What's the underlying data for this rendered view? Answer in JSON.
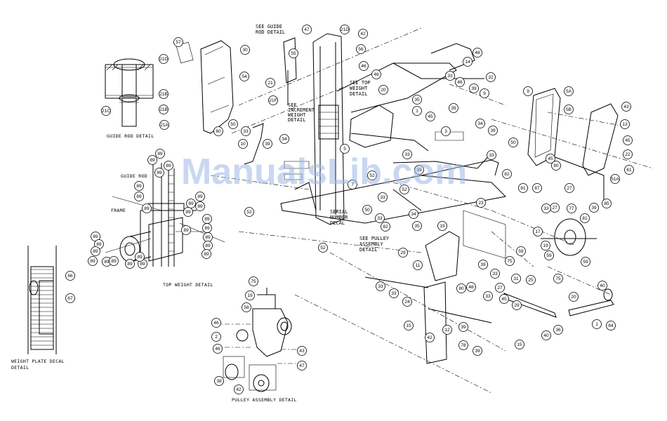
{
  "watermark": "ManualsLib.com",
  "notes": {
    "guide_rod": "SEE GUIDE ROD DETAIL",
    "top_weight": "SEE TOP WEIGHT DETAIL",
    "increment": "SEE INCREMENT WEIGHT DETAIL",
    "serial": "SERIAL NUMBER DECAL",
    "pulley": "SEE PULLEY ASSEMBLY DETAIL"
  },
  "captions": {
    "guide_rod_detail": "GUIDE ROD DETAIL",
    "top_weight_detail": "TOP WEIGHT DETAIL",
    "weight_plate_decal_detail": "WEIGHT PLATE DECAL DETAIL",
    "pulley_assembly_detail": "PULLEY ASSEMBLY DETAIL",
    "guide_rod": "GUIDE ROD",
    "frame": "FRAME"
  },
  "callouts": {
    "main": [
      "47",
      "21D",
      "42",
      "56",
      "46",
      "46",
      "55",
      "21",
      "21F",
      "57",
      "30",
      "54",
      "60",
      "50",
      "33",
      "10",
      "39",
      "34",
      "33",
      "32",
      "14",
      "48",
      "46",
      "39",
      "9",
      "39",
      "45",
      "1",
      "35",
      "20",
      "33",
      "5",
      "7",
      "3",
      "34",
      "39",
      "33",
      "50",
      "82",
      "33",
      "39",
      "52",
      "50",
      "33",
      "82",
      "34",
      "35",
      "52",
      "52",
      "52",
      "23",
      "9",
      "5A",
      "5B",
      "43",
      "13",
      "45",
      "22",
      "61",
      "45",
      "80",
      "81",
      "87",
      "27",
      "27",
      "51A",
      "33",
      "77",
      "39",
      "85",
      "81",
      "17",
      "59",
      "59",
      "75",
      "19",
      "59",
      "75",
      "19",
      "29",
      "11",
      "33",
      "33",
      "24",
      "39",
      "33",
      "80",
      "27",
      "33",
      "48",
      "45",
      "31",
      "29",
      "15",
      "40",
      "36",
      "25",
      "20",
      "40",
      "1",
      "84",
      "42",
      "15",
      "78",
      "12",
      "39",
      "39",
      "33",
      "24",
      "33"
    ],
    "guide_rod_detail": [
      "21D",
      "21B",
      "21B",
      "21C",
      "21A"
    ],
    "top_weight_detail": [
      "89",
      "89",
      "89",
      "89",
      "89",
      "89",
      "89",
      "89",
      "89",
      "89",
      "89",
      "89",
      "89",
      "89",
      "89",
      "89",
      "89",
      "89",
      "89",
      "89",
      "89",
      "89",
      "89",
      "89",
      "89",
      "89"
    ],
    "pulley_assembly_detail": [
      "75",
      "19",
      "58",
      "46",
      "2",
      "46",
      "43",
      "47",
      "38",
      "42"
    ],
    "weight_plate_decal_detail": [
      "66",
      "67"
    ]
  }
}
